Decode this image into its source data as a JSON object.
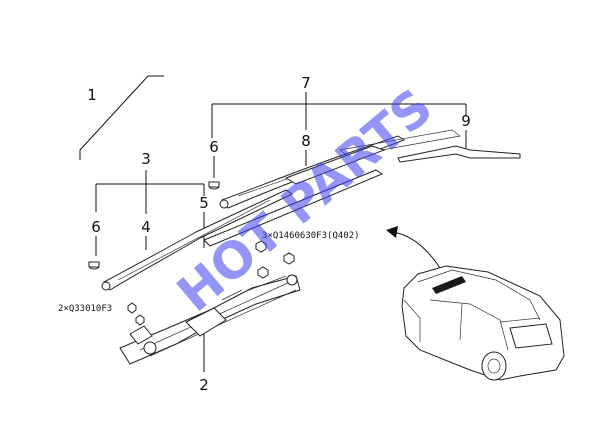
{
  "diagram": {
    "callouts": [
      "1",
      "2",
      "3",
      "4",
      "5",
      "6",
      "6",
      "7",
      "8",
      "9"
    ],
    "part_numbers": {
      "clip_qty": "2×Q33010F3",
      "nut_qty": "3×Q1460630F3(Q402)"
    },
    "watermark": "HOT PARTS",
    "colors": {
      "line": "#111111",
      "watermark": "#3a3ef0"
    }
  }
}
